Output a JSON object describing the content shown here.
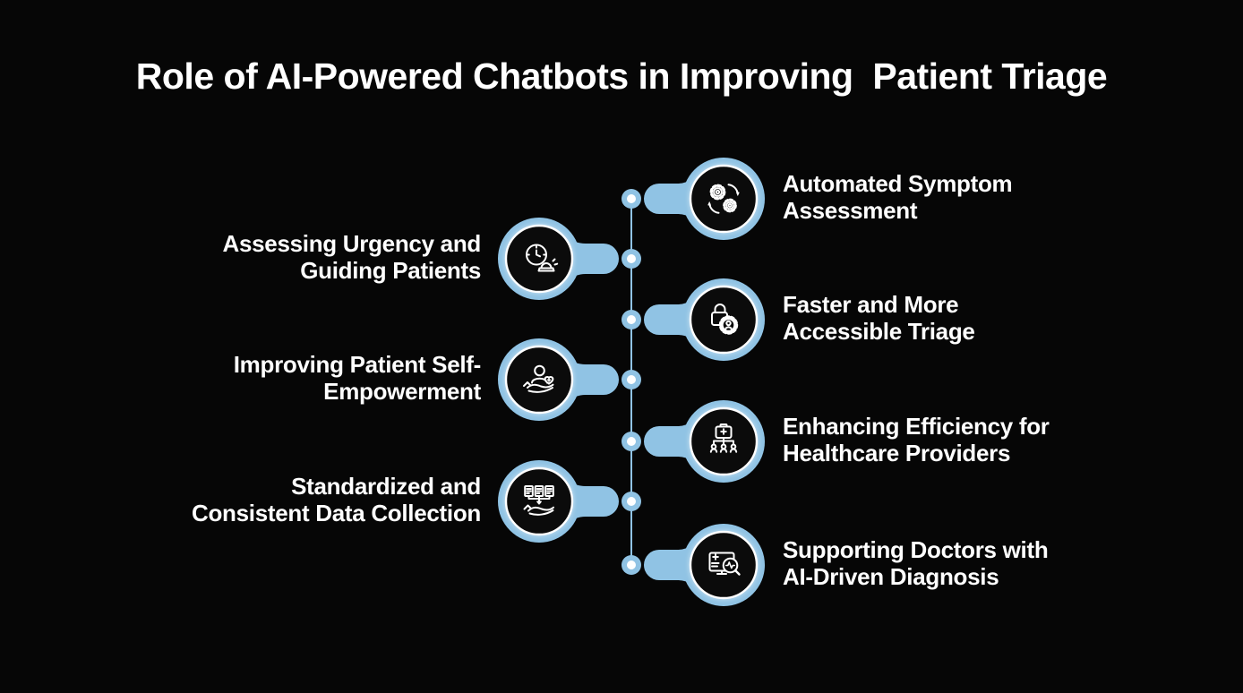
{
  "title": "Role of AI-Powered Chatbots in Improving  Patient Triage",
  "colors": {
    "background": "#060606",
    "accent_blue": "#90c3e4",
    "badge_inner": "#0b0b0b",
    "ring": "#ffffff",
    "text": "#ffffff"
  },
  "timeline": {
    "items": [
      {
        "side": "right",
        "icon": "gears-sync-icon",
        "label_line1": "Automated Symptom",
        "label_line2": "Assessment"
      },
      {
        "side": "left",
        "icon": "alarm-clock-icon",
        "label_line1": "Assessing Urgency and",
        "label_line2": "Guiding Patients"
      },
      {
        "side": "right",
        "icon": "lock-user-gear-icon",
        "label_line1": "Faster and More",
        "label_line2": "Accessible Triage"
      },
      {
        "side": "left",
        "icon": "patient-care-hand-icon",
        "label_line1": "Improving Patient Self-",
        "label_line2": "Empowerment"
      },
      {
        "side": "right",
        "icon": "medkit-team-icon",
        "label_line1": "Enhancing Efficiency for",
        "label_line2": "Healthcare Providers"
      },
      {
        "side": "left",
        "icon": "documents-hand-icon",
        "label_line1": "Standardized and",
        "label_line2": "Consistent Data Collection"
      },
      {
        "side": "right",
        "icon": "diagnosis-monitor-icon",
        "label_line1": "Supporting Doctors with",
        "label_line2": "AI-Driven Diagnosis"
      }
    ]
  }
}
